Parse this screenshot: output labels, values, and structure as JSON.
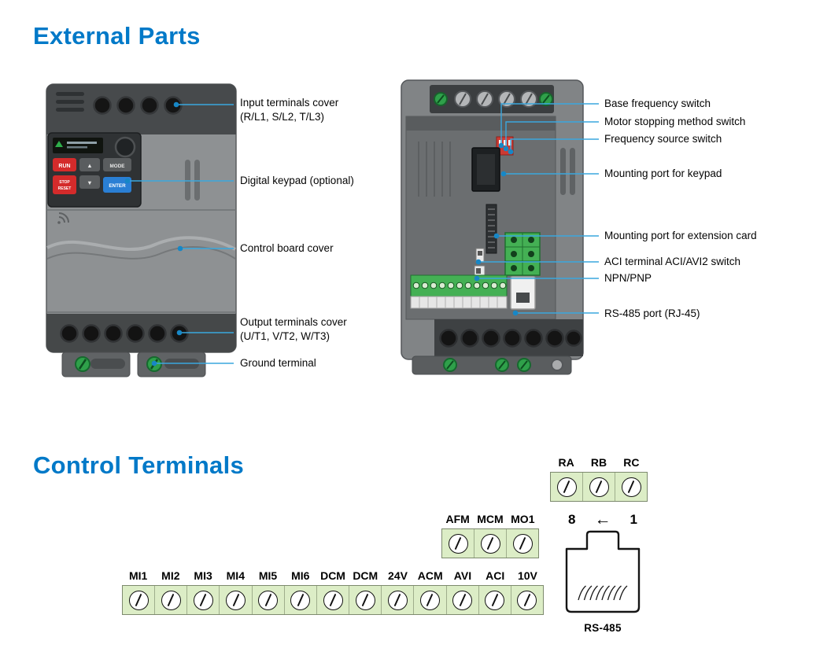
{
  "titles": {
    "external_parts": "External Parts",
    "control_terminals": "Control Terminals"
  },
  "colors": {
    "title_blue": "#0079c8",
    "callout_line": "#3aa7de",
    "callout_dot": "#1787c6",
    "terminal_block_green": "#dcedc6",
    "ground_screw_green": "#2fa04a",
    "dip_switch_red": "#cd3a33"
  },
  "device_front": {
    "keypad": {
      "run": "RUN",
      "up": "▲",
      "mode": "MODE",
      "stop_line1": "STOP",
      "stop_line2": "RESET",
      "down": "▼",
      "enter": "ENTER"
    }
  },
  "left_callouts": [
    {
      "line1": "Input terminals cover",
      "line2": "(R/L1, S/L2, T/L3)"
    },
    {
      "line1": "Digital keypad (optional)"
    },
    {
      "line1": "Control board cover"
    },
    {
      "line1": "Output terminals cover",
      "line2": "(U/T1, V/T2, W/T3)"
    },
    {
      "line1": "Ground terminal"
    }
  ],
  "right_callouts": [
    {
      "label": "Base frequency switch"
    },
    {
      "label": "Motor stopping method switch"
    },
    {
      "label": "Frequency source switch"
    },
    {
      "label": "Mounting port for keypad"
    },
    {
      "label": "Mounting port for extension card"
    },
    {
      "label": "ACI terminal ACI/AVI2 switch"
    },
    {
      "label": "NPN/PNP"
    },
    {
      "label": "RS-485 port (RJ-45)"
    }
  ],
  "control_terminals": {
    "relay_labels": [
      "RA",
      "RB",
      "RC"
    ],
    "analog_labels": [
      "AFM",
      "MCM",
      "MO1"
    ],
    "main_labels": [
      "MI1",
      "MI2",
      "MI3",
      "MI4",
      "MI5",
      "MI6",
      "DCM",
      "DCM",
      "24V",
      "ACM",
      "AVI",
      "ACI",
      "10V"
    ],
    "rj45": {
      "pin8": "8",
      "arrow": "←",
      "pin1": "1",
      "caption": "RS-485"
    }
  }
}
